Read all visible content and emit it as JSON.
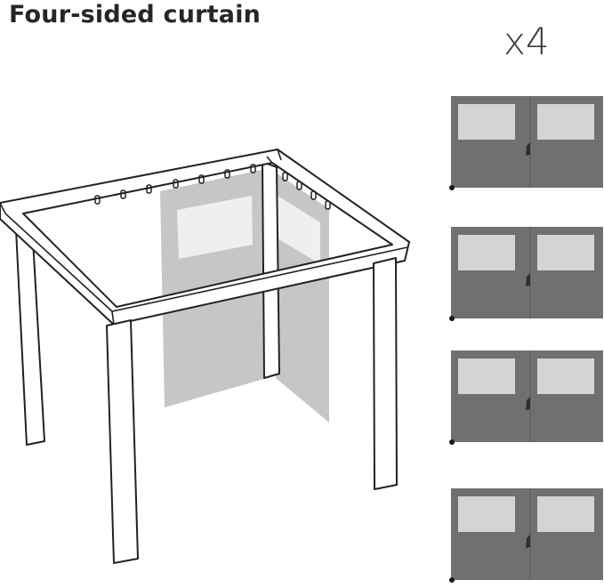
{
  "header": {
    "title": "Four-sided curtain",
    "quantity": "x4"
  },
  "panels": {
    "count": 4,
    "fill_color": "#707070",
    "window_color": "#d4d4d4"
  },
  "gazebo": {
    "frame_stroke": "#222222",
    "installed_curtain_color": "#c6c6c6"
  }
}
